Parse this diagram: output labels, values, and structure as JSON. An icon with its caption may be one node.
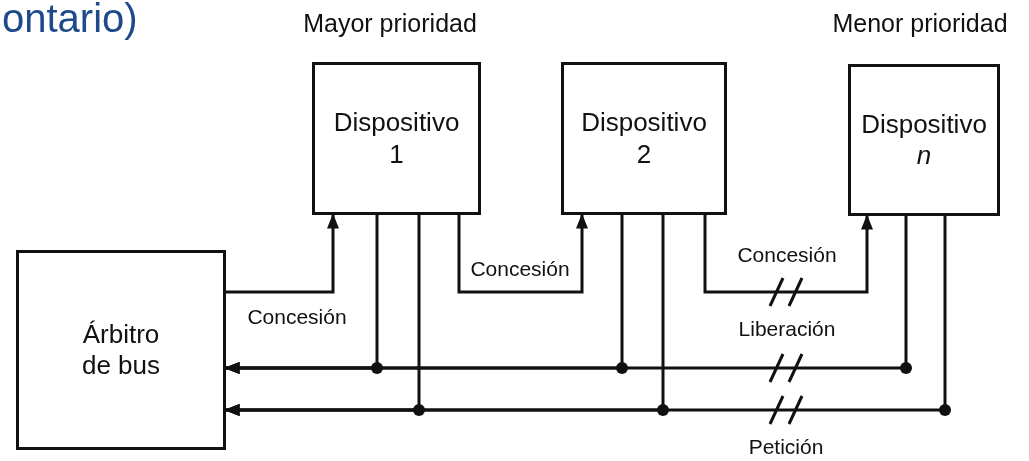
{
  "diagram": {
    "title": "ontario)",
    "nodes": [
      {
        "text": [
          "Árbitro de bus"
        ]
      },
      {
        "text": [
          "Dispositivo 1"
        ],
        "beside": [
          "Mayor prioridad"
        ]
      },
      {
        "text": [
          "Dispositivo 2"
        ]
      },
      {
        "text": [
          "Dispositivo *n*"
        ],
        "beside": [
          "Menor prioridad"
        ]
      }
    ],
    "edges": [
      {
        "from": 0,
        "to": 1,
        "arrow": "to",
        "label": "Concesión"
      },
      {
        "from": 1,
        "to": 2,
        "arrow": "to",
        "label": "Concesión"
      },
      {
        "from": 2,
        "to": 3,
        "arrow": "to",
        "label": "Concesión"
      },
      {
        "from": 1,
        "to": 0,
        "arrow": "to"
      },
      {
        "from": 2,
        "to": 0,
        "arrow": "to"
      },
      {
        "from": 3,
        "to": 0,
        "arrow": "to"
      },
      {
        "from": 1,
        "to": 0,
        "arrow": "to"
      },
      {
        "from": 2,
        "to": 0,
        "arrow": "to"
      },
      {
        "from": 3,
        "to": 0,
        "arrow": "to"
      }
    ],
    "labels": [
      "Liberación",
      "Petición"
    ]
  }
}
